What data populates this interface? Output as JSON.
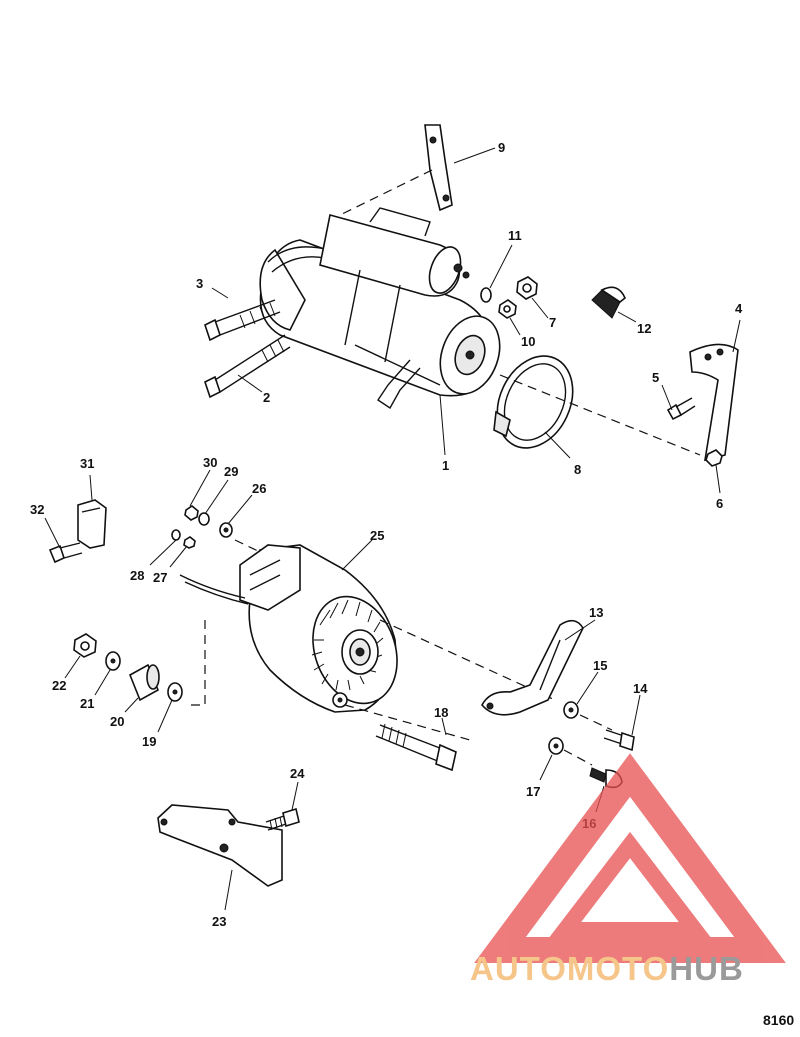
{
  "callouts": [
    "1",
    "2",
    "3",
    "4",
    "5",
    "6",
    "7",
    "8",
    "9",
    "10",
    "11",
    "12",
    "13",
    "14",
    "15",
    "16",
    "17",
    "18",
    "19",
    "20",
    "21",
    "22",
    "23",
    "24",
    "25",
    "26",
    "27",
    "28",
    "29",
    "30",
    "31",
    "32"
  ],
  "figure_reference": "8160",
  "watermark": {
    "part1": "AUTOMOTO",
    "part2": "HUB",
    "color_light": "#f5c58a",
    "color_dark": "#9a9a9a",
    "triangle_color": "#e85050"
  },
  "colors": {
    "ink": "#111111",
    "background": "#ffffff"
  }
}
